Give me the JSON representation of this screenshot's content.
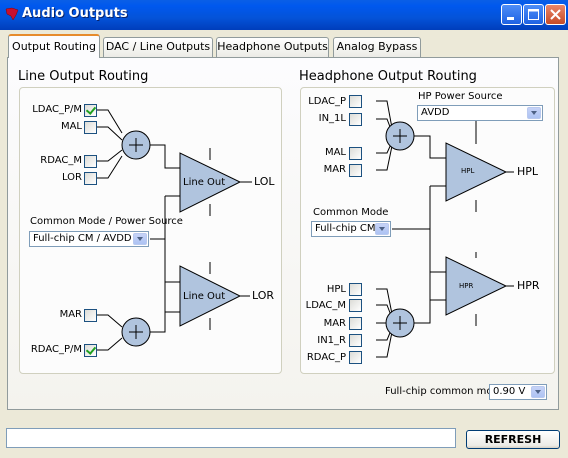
{
  "window": {
    "title": "Audio Outputs"
  },
  "tabs": [
    {
      "label": "Output Routing"
    },
    {
      "label": "DAC / Line Outputs"
    },
    {
      "label": "Headphone Outputs"
    },
    {
      "label": "Analog Bypass"
    }
  ],
  "line_routing": {
    "heading": "Line Output Routing",
    "inputs_top": [
      {
        "label": "LDAC_P/M",
        "checked": true
      },
      {
        "label": "MAL",
        "checked": false
      },
      {
        "label": "RDAC_M",
        "checked": false
      },
      {
        "label": "LOR",
        "checked": false
      }
    ],
    "inputs_bottom": [
      {
        "label": "MAR",
        "checked": false
      },
      {
        "label": "RDAC_P/M",
        "checked": true
      }
    ],
    "amp_top": "Line Out",
    "amp_bottom": "Line Out",
    "out_top": "LOL",
    "out_bottom": "LOR",
    "cm_label": "Common Mode / Power Source",
    "cm_value": "Full-chip CM / AVDD"
  },
  "hp_routing": {
    "heading": "Headphone Output Routing",
    "inputs_top": [
      {
        "label": "LDAC_P",
        "checked": false
      },
      {
        "label": "IN_1L",
        "checked": false
      },
      {
        "label": "MAL",
        "checked": false
      },
      {
        "label": "MAR",
        "checked": false
      }
    ],
    "inputs_bottom": [
      {
        "label": "HPL",
        "checked": false
      },
      {
        "label": "LDAC_M",
        "checked": false
      },
      {
        "label": "MAR",
        "checked": false
      },
      {
        "label": "IN1_R",
        "checked": false
      },
      {
        "label": "RDAC_P",
        "checked": false
      }
    ],
    "power_label": "HP Power Source",
    "power_value": "AVDD",
    "cm_label": "Common Mode",
    "cm_value": "Full-chip CM",
    "amp_top": "HPL",
    "amp_bottom": "HPR",
    "out_top": "HPL",
    "out_bottom": "HPR"
  },
  "fullchip": {
    "label": "Full-chip common mode:",
    "value": "0.90 V"
  },
  "status": {
    "text": ""
  },
  "refresh_label": "REFRESH",
  "colors": {
    "amp_fill": "#b0c4de",
    "wire": "#000000",
    "title_bar": "#0054e3"
  },
  "icons": {
    "logo": "ti-logo-icon",
    "minimize": "minimize-icon",
    "maximize": "maximize-icon",
    "close": "close-icon"
  }
}
